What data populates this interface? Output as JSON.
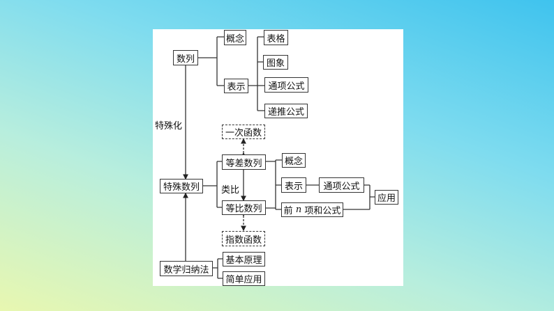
{
  "root": "数列",
  "concept": "概念",
  "representation": "表示",
  "rep_items": [
    "表格",
    "图象",
    "通项公式",
    "递推公式"
  ],
  "specialize_label": "特殊化",
  "special_sequences": "特殊数列",
  "analogy_label": "类比",
  "arithmetic": "等差数列",
  "geometric": "等比数列",
  "linear_function": "一次函数",
  "exponential_function": "指数函数",
  "seq_concept": "概念",
  "seq_representation": "表示",
  "general_term": "通项公式",
  "sum_prefix": "前",
  "sum_var": "n",
  "sum_suffix": "项和公式",
  "application": "应用",
  "induction": "数学归纳法",
  "induction_items": [
    "基本原理",
    "简单应用"
  ]
}
